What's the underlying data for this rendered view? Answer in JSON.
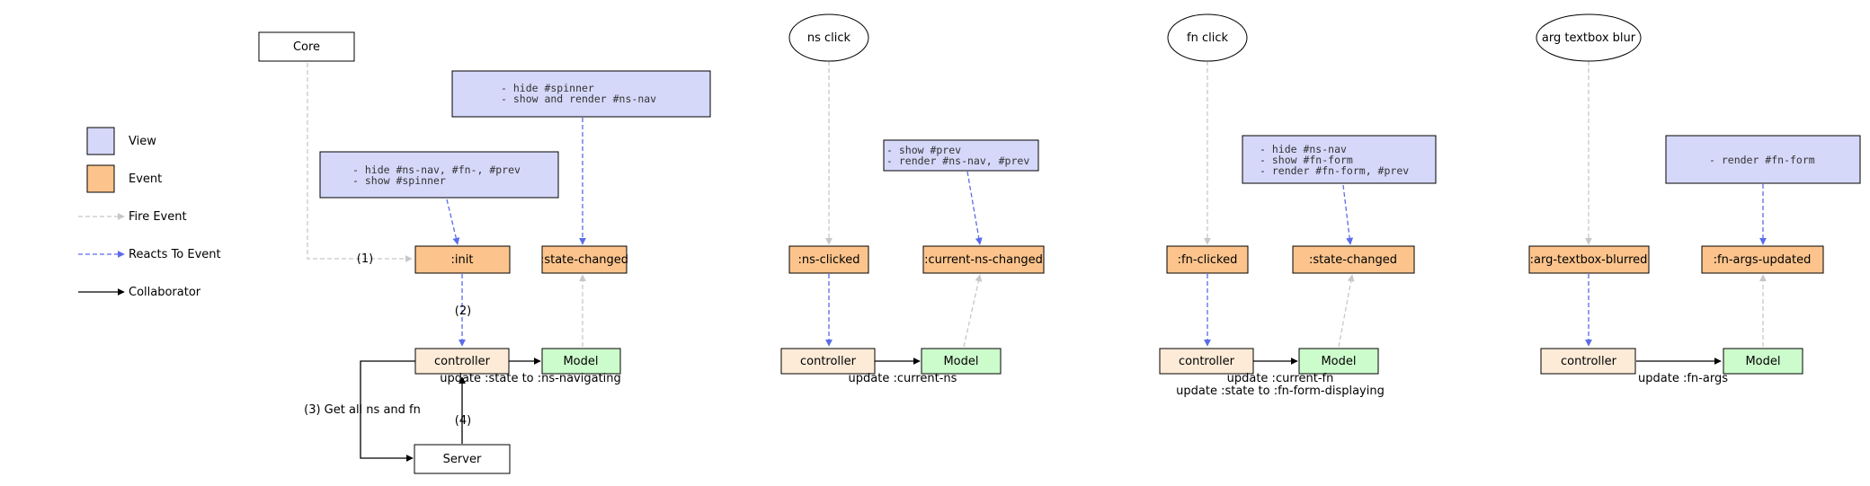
{
  "colors": {
    "view": "#d6d8fa",
    "event": "#fcc48c",
    "controller": "#fdebd8",
    "model": "#ccfccc",
    "fire_arrow": "#c8c8c8",
    "react_arrow": "#5b6be8",
    "collaborator_arrow": "#000000"
  },
  "legend": {
    "view": "View",
    "event": "Event",
    "fire_event": "Fire Event",
    "reacts_to_event": "Reacts To Event",
    "collaborator": "Collaborator"
  },
  "panel1": {
    "trigger": "Core",
    "view_top_lines": [
      "- hide #spinner",
      "- show and render #ns-nav"
    ],
    "view_init_lines": [
      "- hide #ns-nav, #fn-, #prev",
      "- show #spinner"
    ],
    "event_init": ":init",
    "event_changed": ":state-changed",
    "controller": "controller",
    "model": "Model",
    "server": "Server",
    "step1": "(1)",
    "step2": "(2)",
    "step3": "(3) Get all ns and fn",
    "step4": "(4)",
    "model_note": "update :state to :ns-navigating"
  },
  "panel2": {
    "trigger": "ns click",
    "view_lines": [
      "- show #prev",
      "- render #ns-nav, #prev"
    ],
    "event_in": ":ns-clicked",
    "event_out": ":current-ns-changed",
    "controller": "controller",
    "model": "Model",
    "model_note": "update :current-ns"
  },
  "panel3": {
    "trigger": "fn click",
    "view_lines": [
      "- hide #ns-nav",
      "- show #fn-form",
      "- render #fn-form, #prev"
    ],
    "event_in": ":fn-clicked",
    "event_out": ":state-changed",
    "controller": "controller",
    "model": "Model",
    "model_note_1": "update :current-fn",
    "model_note_2": "update :state to :fn-form-displaying"
  },
  "panel4": {
    "trigger": "arg textbox blur",
    "view_lines": [
      "- render #fn-form"
    ],
    "event_in": ":arg-textbox-blurred",
    "event_out": ":fn-args-updated",
    "controller": "controller",
    "model": "Model",
    "model_note": "update :fn-args"
  }
}
